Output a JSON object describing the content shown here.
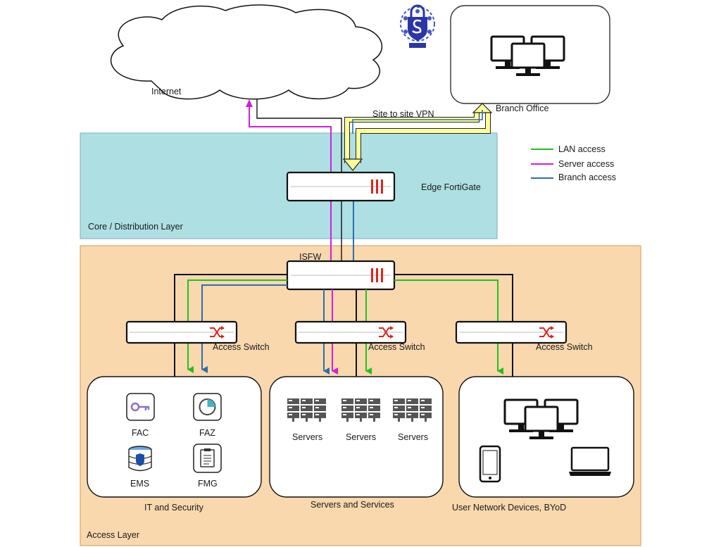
{
  "labels": {
    "internet": "Internet",
    "branch_office": "Branch Office",
    "site_to_site_vpn": "Site to site VPN",
    "edge_fortigate": "Edge FortiGate",
    "core_layer": "Core / Distribution Layer",
    "isfw": "ISFW",
    "access_switch_1": "Access Switch",
    "access_switch_2": "Access Switch",
    "access_switch_3": "Access Switch",
    "fac": "FAC",
    "faz": "FAZ",
    "ems": "EMS",
    "fmg": "FMG",
    "servers_1": "Servers",
    "servers_2": "Servers",
    "servers_3": "Servers",
    "it_security": "IT and Security",
    "servers_services": "Servers and Services",
    "user_devices": "User Network Devices, BYoD",
    "access_layer": "Access Layer"
  },
  "legend": [
    {
      "label": "LAN access",
      "color": "#22c022"
    },
    {
      "label": "Server access",
      "color": "#d020d8"
    },
    {
      "label": "Branch access",
      "color": "#2a6fb0"
    }
  ],
  "colors": {
    "core_fill": "#aee0e3",
    "access_fill": "#f9d8ae",
    "vpn_arrow": "#ffff99",
    "fortinet_red": "#d9261c",
    "lan": "#22c022",
    "server": "#d020d8",
    "branch": "#2a6fb0"
  },
  "icons": {
    "logo": "shield-lock-logo",
    "fac": "key-icon",
    "faz": "pie-chart-icon",
    "ems": "database-shield-icon",
    "fmg": "clipboard-icon",
    "server": "server-rack-icon",
    "desktop": "desktop-group-icon",
    "phone": "phone-icon",
    "laptop": "laptop-icon"
  }
}
